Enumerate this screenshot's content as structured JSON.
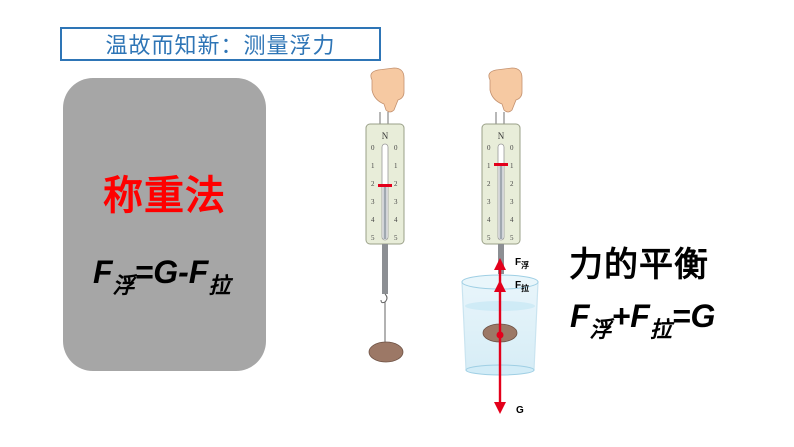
{
  "title": "温故而知新：测量浮力",
  "left_card": {
    "method": "称重法",
    "formula": {
      "f": "F",
      "sub_buoyancy": "浮",
      "equals_g_minus": "=G-",
      "f2": "F",
      "sub_tension": "拉"
    }
  },
  "right_panel": {
    "title": "力的平衡",
    "formula": {
      "f": "F",
      "sub_buoyancy": "浮",
      "plus": "+",
      "f2": "F",
      "sub_tension": "拉",
      "equals_g": "=G"
    }
  },
  "diagram": {
    "scale_unit": "N",
    "scale_ticks": [
      "0",
      "1",
      "2",
      "3",
      "4",
      "5"
    ],
    "scale_left_reading": 2.6,
    "scale_right_reading": 1.3,
    "force_labels": {
      "buoyancy_f": "F",
      "buoyancy_sub": "浮",
      "tension_f": "F",
      "tension_sub": "拉",
      "gravity": "G"
    },
    "colors": {
      "arrow": "#E3001B",
      "title_blue": "#2E75B6",
      "card_grey": "#A6A6A6",
      "method_red": "#FF0000"
    }
  }
}
